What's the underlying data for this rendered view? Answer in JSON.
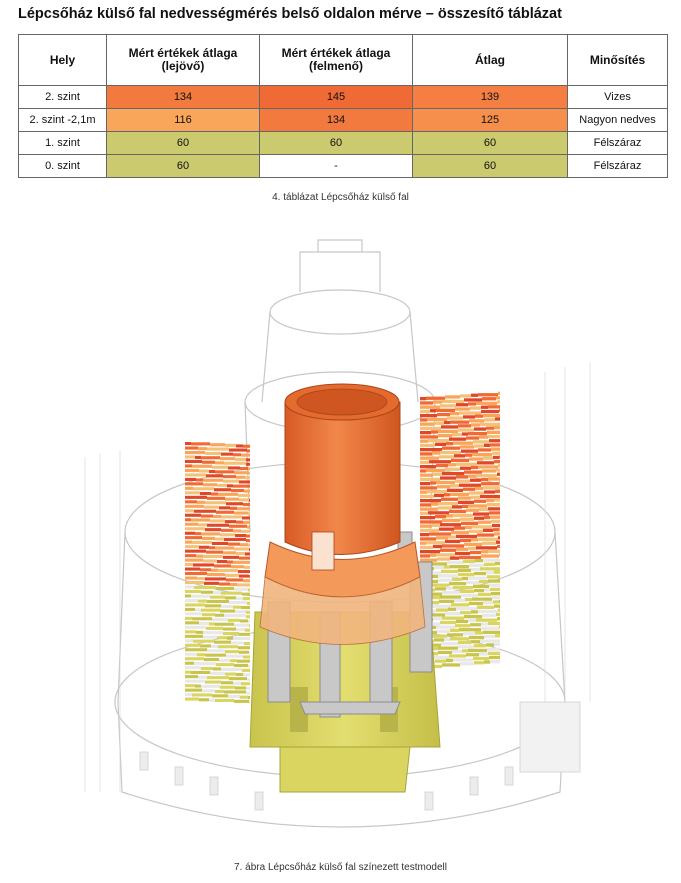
{
  "title": "Lépcsőház külső fal nedvességmérés belső oldalon mérve – összesítő táblázat",
  "table": {
    "headers": [
      {
        "line1": "Hely",
        "line2": ""
      },
      {
        "line1": "Mért értékek átlaga",
        "line2": "(lejövő)"
      },
      {
        "line1": "Mért értékek átlaga",
        "line2": "(felmenő)"
      },
      {
        "line1": "Átlag",
        "line2": ""
      },
      {
        "line1": "Minősítés",
        "line2": ""
      }
    ],
    "rows": [
      {
        "hely": "2. szint",
        "lejovo": "134",
        "felmeno": "145",
        "atlag": "139",
        "minosites": "Vizes",
        "colors": [
          "#ffffff",
          "#f27a3f",
          "#f06a35",
          "#f57f42",
          "#ffffff"
        ]
      },
      {
        "hely": "2. szint -2,1m",
        "lejovo": "116",
        "felmeno": "134",
        "atlag": "125",
        "minosites": "Nagyon nedves",
        "colors": [
          "#ffffff",
          "#f9a55a",
          "#f27a3f",
          "#f68f4b",
          "#ffffff"
        ]
      },
      {
        "hely": "1. szint",
        "lejovo": "60",
        "felmeno": "60",
        "atlag": "60",
        "minosites": "Félszáraz",
        "colors": [
          "#ffffff",
          "#ccca6f",
          "#ccca6f",
          "#ccca6f",
          "#ffffff"
        ]
      },
      {
        "hely": "0. szint",
        "lejovo": "60",
        "felmeno": "-",
        "atlag": "60",
        "minosites": "Félszáraz",
        "colors": [
          "#ffffff",
          "#ccca6f",
          "#ffffff",
          "#ccca6f",
          "#ffffff"
        ]
      }
    ]
  },
  "table_caption": "4. táblázat Lépcsőház külső fal",
  "figure_caption": "7. ábra Lépcsőház külső fal színezett testmodell",
  "colors": {
    "wet": "#f06a35",
    "very_wet": "#f9a55a",
    "semi_dry": "#ccca6f",
    "stair_cylinder": "#e86a30",
    "yellow_base": "#d9d560",
    "structure_grey": "#c8c8c8"
  }
}
